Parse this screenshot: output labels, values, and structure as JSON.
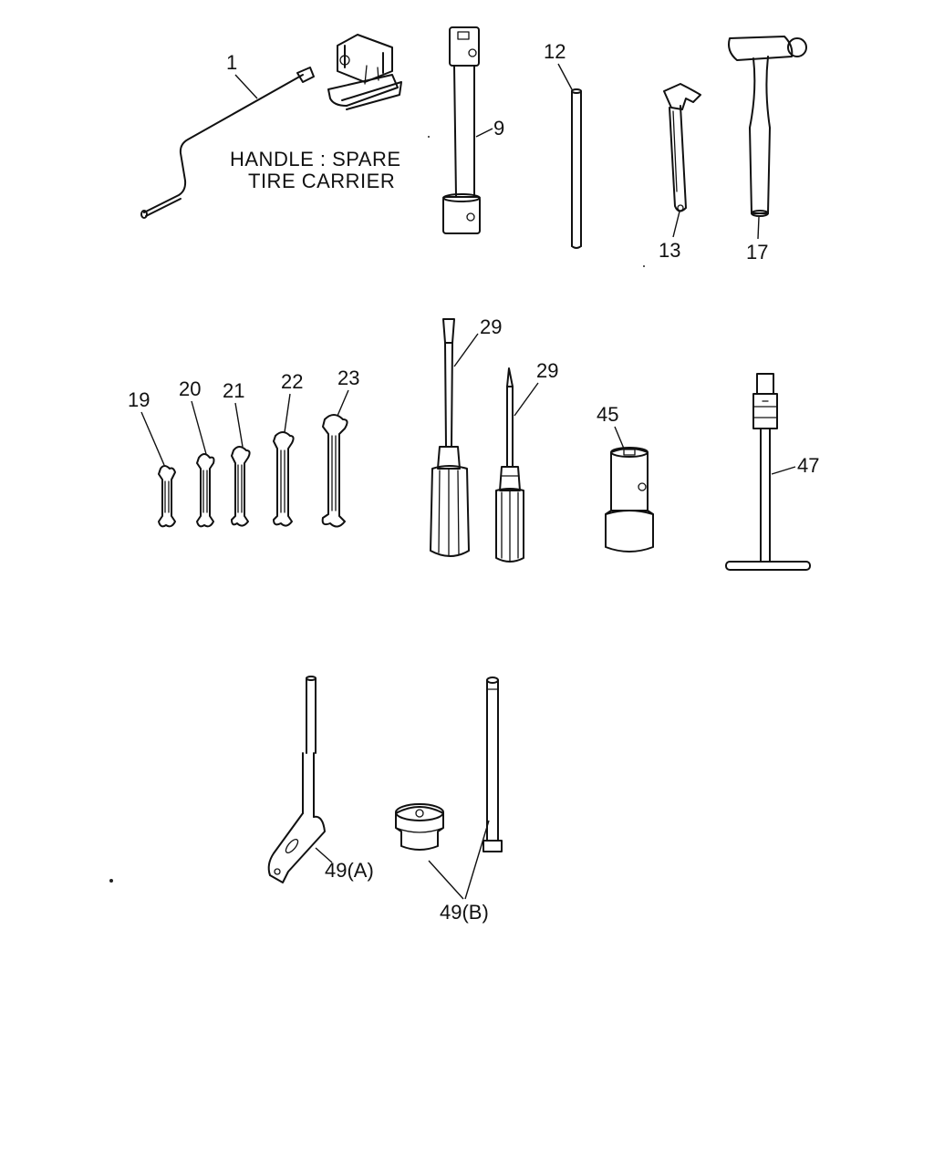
{
  "caption": {
    "line1": "HANDLE : SPARE",
    "line2": "TIRE CARRIER"
  },
  "labels": {
    "handle": "1",
    "wheel_wrench": "9",
    "bar": "12",
    "adjustable_wrench": "13",
    "hammer": "17",
    "spanner_a": "19",
    "spanner_b": "20",
    "spanner_c": "21",
    "spanner_d": "22",
    "spanner_e": "23",
    "screwdriver_flat": "29",
    "screwdriver_phillips": "29",
    "socket": "45",
    "t_handle": "47",
    "tool_a": "49(A)",
    "tool_b": "49(B)"
  }
}
